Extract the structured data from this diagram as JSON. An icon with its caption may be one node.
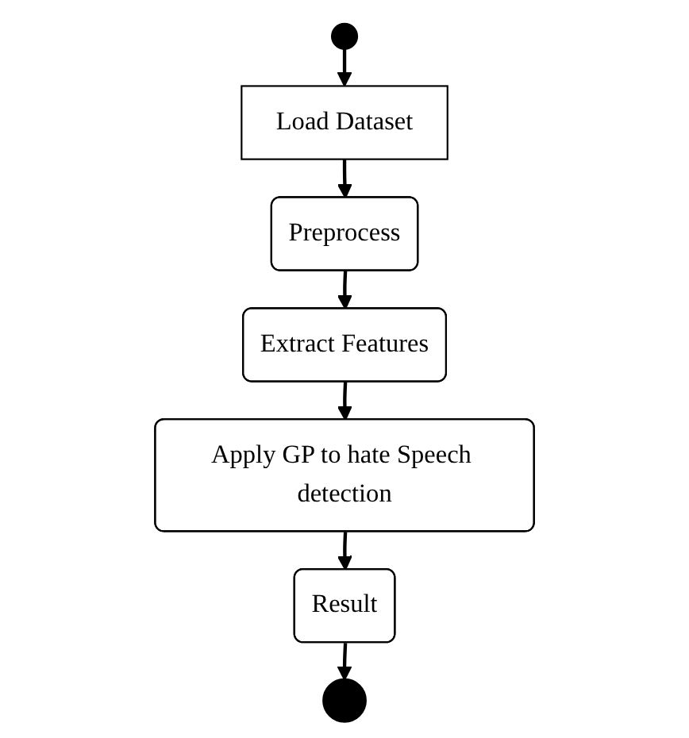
{
  "diagram": {
    "nodes": [
      {
        "text": [],
        "shape": "circle"
      },
      {
        "text": [
          "Load Dataset"
        ]
      },
      {
        "text": [
          "Preprocess"
        ]
      },
      {
        "text": [
          "Extract Features"
        ]
      },
      {
        "text": [
          "Apply GP to hate Speech detection"
        ]
      },
      {
        "text": [
          "Result"
        ]
      },
      {
        "text": [],
        "shape": "circle"
      }
    ],
    "edges": [
      {
        "from": 0,
        "to": 1,
        "arrow": "to"
      },
      {
        "from": 1,
        "to": 2,
        "arrow": "to"
      },
      {
        "from": 2,
        "to": 3,
        "arrow": "to"
      },
      {
        "from": 3,
        "to": 4,
        "arrow": "to"
      },
      {
        "from": 4,
        "to": 5,
        "arrow": "to"
      },
      {
        "from": 5,
        "to": 6,
        "arrow": "to"
      }
    ]
  }
}
